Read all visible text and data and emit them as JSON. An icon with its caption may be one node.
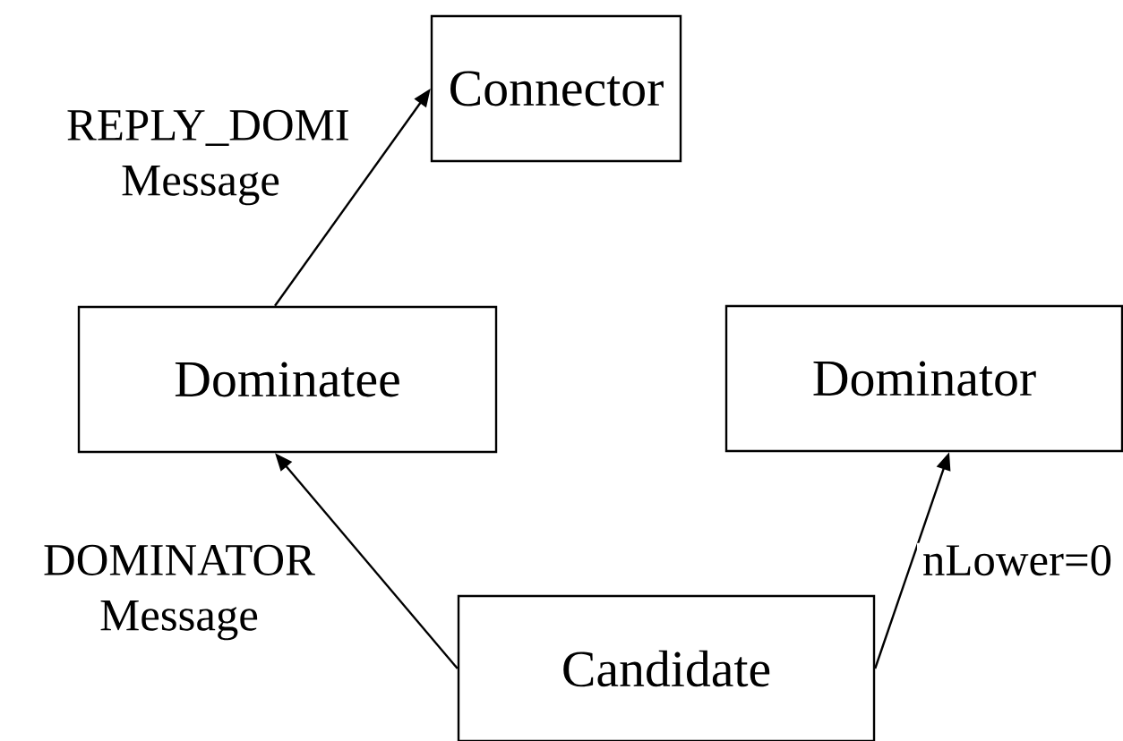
{
  "diagram": {
    "nodes": [
      {
        "text": [
          "Connector"
        ]
      },
      {
        "text": [
          "Dominatee"
        ]
      },
      {
        "text": [
          "Dominator"
        ]
      },
      {
        "text": [
          "Candidate"
        ]
      }
    ],
    "edges": [
      {
        "from": 1,
        "to": 0,
        "arrow": "to",
        "label": "REPLY_DOMI Message"
      },
      {
        "from": 3,
        "to": 1,
        "arrow": "to",
        "label": "DOMINATOR Message"
      },
      {
        "from": 3,
        "to": 2,
        "arrow": "to",
        "label": "nLower=0"
      }
    ]
  }
}
